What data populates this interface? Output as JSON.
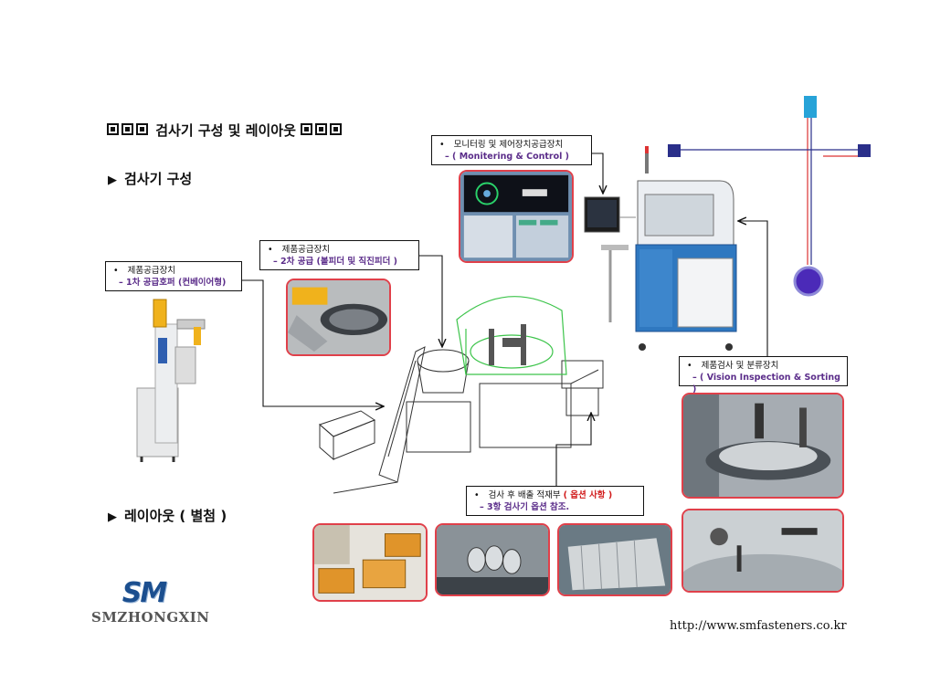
{
  "title": "검사기 구성 및 레이아웃",
  "section_config": "검사기 구성",
  "section_layout": "레이아웃 ( 별첨 )",
  "bullet": "•",
  "callouts": {
    "monitor": {
      "line1": "모니터링 및 제어장치공급장치",
      "line2": "– ( Monitering & Control )"
    },
    "feed2": {
      "line1": "제품공급장치",
      "line2": "– 2차 공급 (볼피더 및 직진피더 )"
    },
    "feed1": {
      "line1": "제품공급장치",
      "line2": "– 1차 공급호퍼 (컨베이어형)"
    },
    "vision": {
      "line1": "제품검사 및 분류장치",
      "line2": "– ( Vision Inspection & Sorting )"
    },
    "discharge": {
      "line1": "검사 후 배출 적재부",
      "line1_option": "( 옵션 사항 )",
      "line2": "– 3항 검사기 옵션 참조."
    }
  },
  "logo": {
    "mark": "SM",
    "text": "SMZHONGXIN"
  },
  "url": "http://www.smfasteners.co.kr",
  "colors": {
    "accent_red": "#e0404a",
    "label_purple": "#5b2d8a",
    "logo_blue": "#1c4f8f",
    "option_red": "#d11a1a"
  }
}
